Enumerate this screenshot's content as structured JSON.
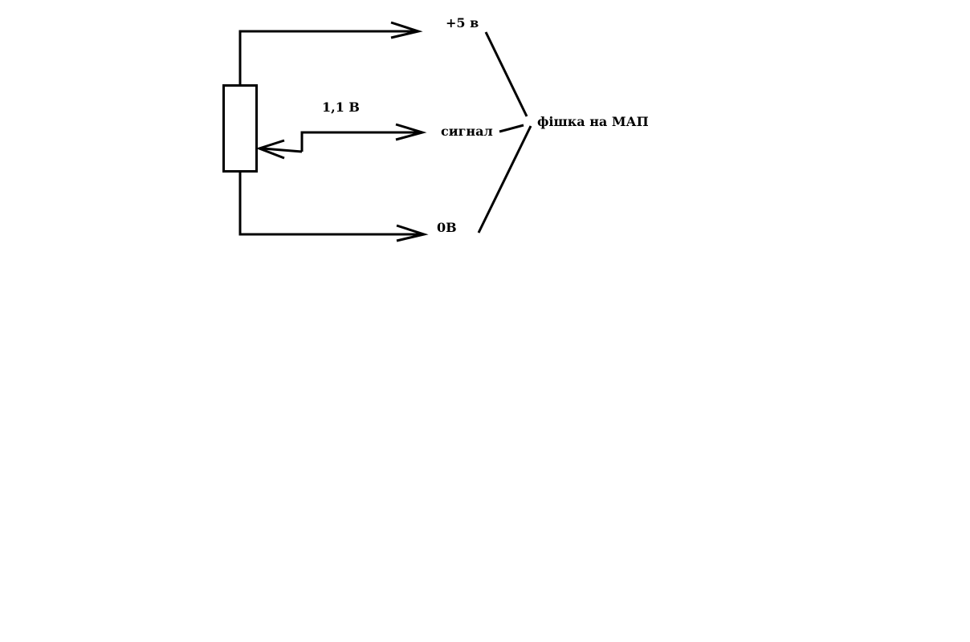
{
  "diagram": {
    "labels": {
      "plus_five": "+5 в",
      "wiper_voltage": "1,1 В",
      "signal": "сигнал",
      "connector": "фішка на МАП",
      "zero": "0В"
    },
    "colors": {
      "ink": "#000000",
      "background": "#ffffff"
    }
  }
}
